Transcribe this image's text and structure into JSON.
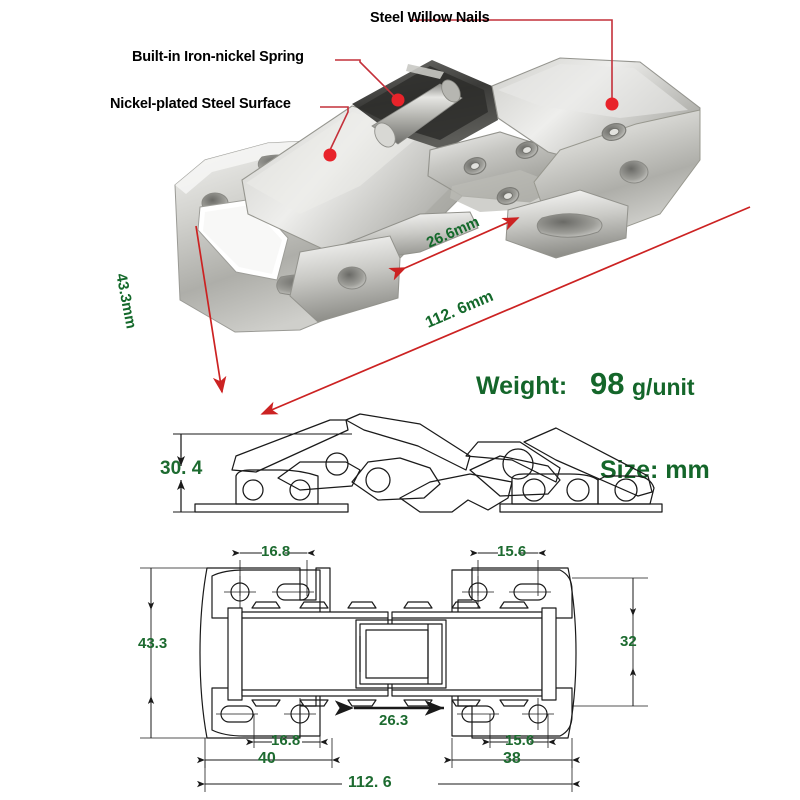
{
  "product": {
    "type": "cabinet-hinge",
    "callouts": [
      {
        "id": "steel-willow-nails",
        "label": "Steel Willow Nails"
      },
      {
        "id": "builtin-spring",
        "label": "Built-in Iron-nickel Spring"
      },
      {
        "id": "nickel-plated-surface",
        "label": "Nickel-plated Steel Surface"
      }
    ],
    "photo_dimensions": [
      {
        "id": "width-43",
        "label": "43.3mm",
        "value": 43.3,
        "unit": "mm"
      },
      {
        "id": "gap-266",
        "label": "26.6mm",
        "value": 26.6,
        "unit": "mm"
      },
      {
        "id": "length-1126",
        "label": "112. 6mm",
        "value": 112.6,
        "unit": "mm"
      }
    ],
    "specs": {
      "weight_label": "Weight:",
      "weight_value": "98",
      "weight_unit": "g/unit",
      "size_label": "Size: mm"
    }
  },
  "side_view": {
    "height_dim": "30. 4"
  },
  "plan_view": {
    "top_left_dim": "16.8",
    "top_right_dim": "15.6",
    "left_height_dim": "43.3",
    "right_height_dim": "32",
    "bottom_left_hole_dim": "16.8",
    "bottom_right_hole_dim": "15.6",
    "center_gap_dim": "26.3",
    "left_plate_dim": "40",
    "right_plate_dim": "38",
    "overall_dim": "112. 6"
  },
  "colors": {
    "dim_green": "#1a6b2a",
    "arrow_red": "#cc2222",
    "callout_red": "#e8232a",
    "line_black": "#1a1a1a",
    "metal_light": "#e8e8e6",
    "metal_mid": "#b9b9b5",
    "metal_dark": "#7d7d79"
  }
}
